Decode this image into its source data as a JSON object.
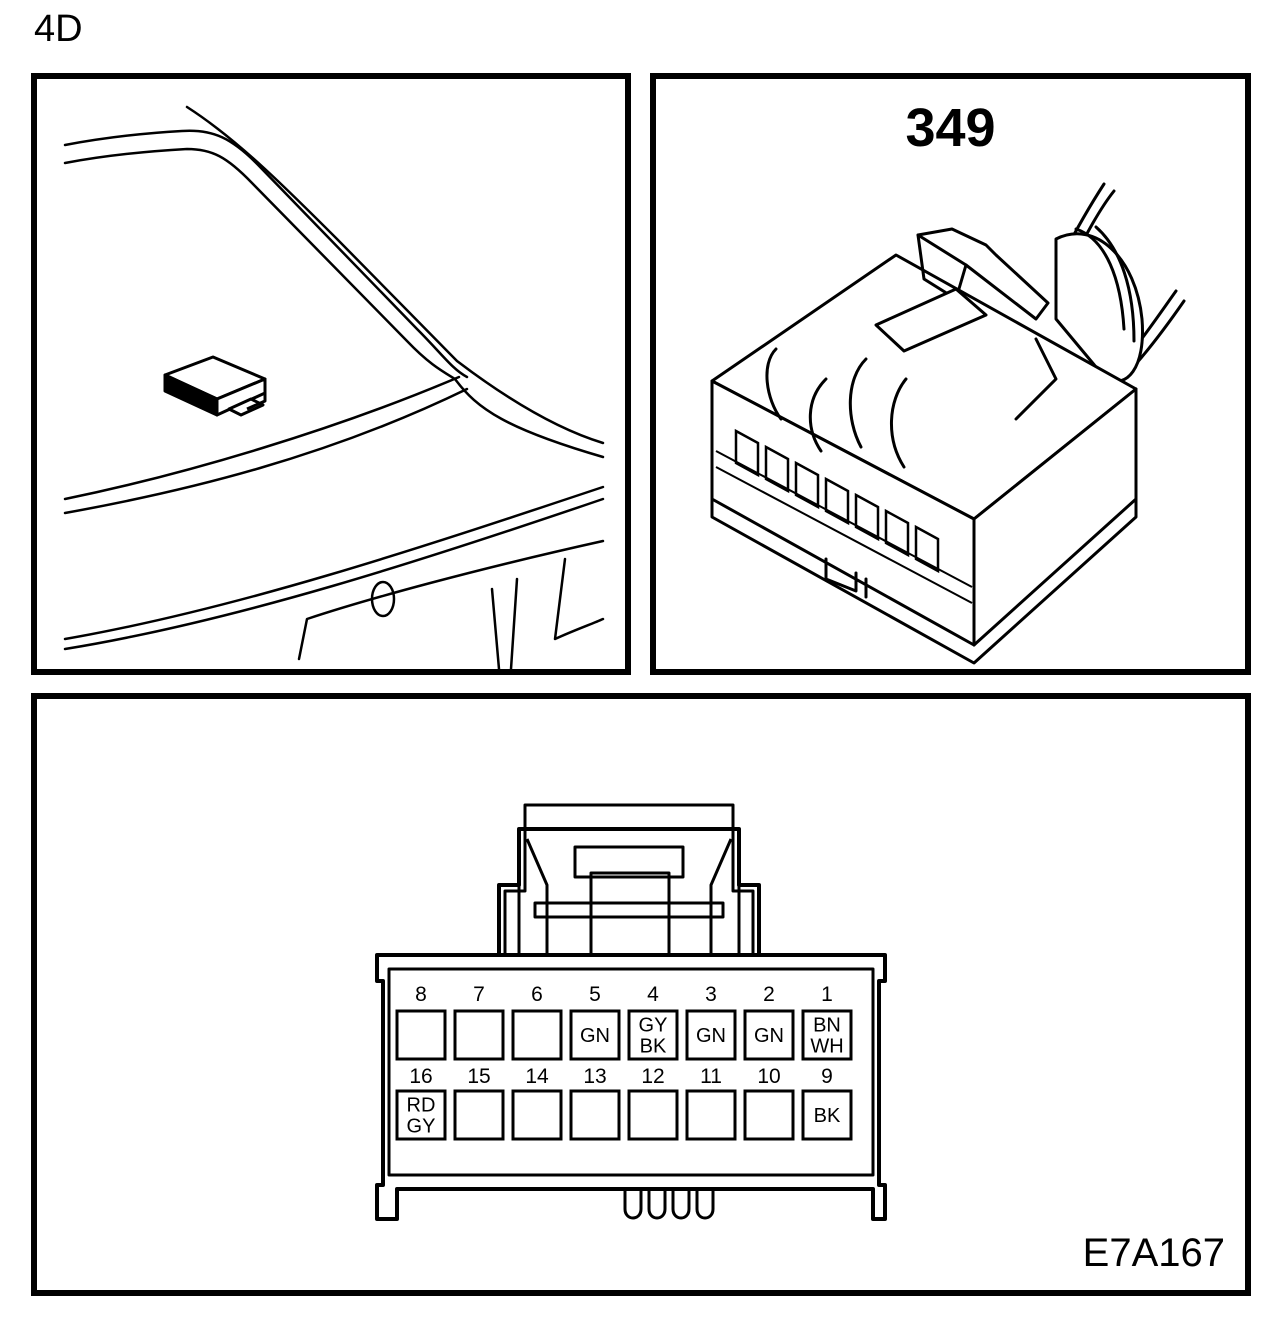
{
  "page": {
    "corner_label": "4D",
    "connector_number": "349",
    "figure_code": "E7A167"
  },
  "pinout": {
    "top_row": [
      {
        "pin": "8",
        "wire": ""
      },
      {
        "pin": "7",
        "wire": ""
      },
      {
        "pin": "6",
        "wire": ""
      },
      {
        "pin": "5",
        "wire": "GN"
      },
      {
        "pin": "4",
        "wire": "GY\nBK"
      },
      {
        "pin": "3",
        "wire": "GN"
      },
      {
        "pin": "2",
        "wire": "GN"
      },
      {
        "pin": "1",
        "wire": "BN\nWH"
      }
    ],
    "bottom_row": [
      {
        "pin": "16",
        "wire": "RD\nGY"
      },
      {
        "pin": "15",
        "wire": ""
      },
      {
        "pin": "14",
        "wire": ""
      },
      {
        "pin": "13",
        "wire": ""
      },
      {
        "pin": "12",
        "wire": ""
      },
      {
        "pin": "11",
        "wire": ""
      },
      {
        "pin": "10",
        "wire": ""
      },
      {
        "pin": "9",
        "wire": "BK"
      }
    ]
  }
}
